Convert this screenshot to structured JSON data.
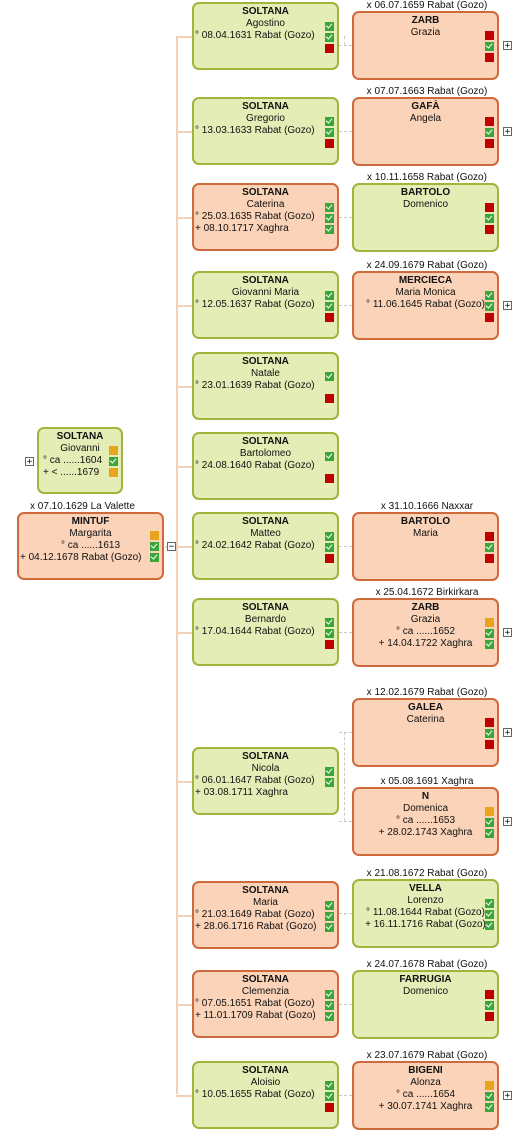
{
  "ancestor": {
    "father": {
      "surname": "SOLTANA",
      "given": "Giovanni",
      "lines": [
        "° ca ......1604",
        "+ < ......1679"
      ],
      "flags": [
        "yel",
        "ok",
        "yel"
      ]
    },
    "mother": {
      "surname": "MINTUF",
      "given": "Margarita",
      "lines": [
        "° ca ......1613",
        "+ 04.12.1678 Rabat (Gozo)"
      ],
      "flags": [
        "yel",
        "ok",
        "ok"
      ]
    },
    "marriage": "x 07.10.1629 La Valette"
  },
  "children": [
    {
      "surname": "SOLTANA",
      "given": "Agostino",
      "lines": [
        "° 08.04.1631 Rabat (Gozo)"
      ],
      "color": "green",
      "flags": [
        "ok",
        "ok",
        "red"
      ]
    },
    {
      "surname": "SOLTANA",
      "given": "Gregorio",
      "lines": [
        "° 13.03.1633 Rabat (Gozo)"
      ],
      "color": "green",
      "flags": [
        "ok",
        "ok",
        "red"
      ]
    },
    {
      "surname": "SOLTANA",
      "given": "Caterina",
      "lines": [
        "° 25.03.1635 Rabat (Gozo)",
        "+ 08.10.1717 Xaghra"
      ],
      "color": "orange",
      "flags": [
        "ok",
        "ok",
        "ok"
      ]
    },
    {
      "surname": "SOLTANA",
      "given": "Giovanni Maria",
      "lines": [
        "° 12.05.1637 Rabat (Gozo)"
      ],
      "color": "green",
      "flags": [
        "ok",
        "ok",
        "red"
      ]
    },
    {
      "surname": "SOLTANA",
      "given": "Natale",
      "lines": [
        "° 23.01.1639 Rabat (Gozo)"
      ],
      "color": "green",
      "flags": [
        "ok",
        "",
        "red"
      ]
    },
    {
      "surname": "SOLTANA",
      "given": "Bartolomeo",
      "lines": [
        "° 24.08.1640 Rabat (Gozo)"
      ],
      "color": "green",
      "flags": [
        "ok",
        "",
        "red"
      ]
    },
    {
      "surname": "SOLTANA",
      "given": "Matteo",
      "lines": [
        "° 24.02.1642 Rabat (Gozo)"
      ],
      "color": "green",
      "flags": [
        "ok",
        "ok",
        "red"
      ]
    },
    {
      "surname": "SOLTANA",
      "given": "Bernardo",
      "lines": [
        "° 17.04.1644 Rabat (Gozo)"
      ],
      "color": "green",
      "flags": [
        "ok",
        "ok",
        "red"
      ]
    },
    {
      "surname": "SOLTANA",
      "given": "Nicola",
      "lines": [
        "° 06.01.1647 Rabat (Gozo)",
        "+ 03.08.1711 Xaghra"
      ],
      "color": "green",
      "flags": [
        "ok",
        "ok"
      ]
    },
    {
      "surname": "SOLTANA",
      "given": "Maria",
      "lines": [
        "° 21.03.1649 Rabat (Gozo)",
        "+ 28.06.1716 Rabat (Gozo)"
      ],
      "color": "orange",
      "flags": [
        "ok",
        "ok",
        "ok"
      ]
    },
    {
      "surname": "SOLTANA",
      "given": "Clemenzia",
      "lines": [
        "° 07.05.1651 Rabat (Gozo)",
        "+ 11.01.1709 Rabat (Gozo)"
      ],
      "color": "orange",
      "flags": [
        "ok",
        "ok",
        "ok"
      ]
    },
    {
      "surname": "SOLTANA",
      "given": "Aloisio",
      "lines": [
        "° 10.05.1655 Rabat (Gozo)"
      ],
      "color": "green",
      "flags": [
        "ok",
        "ok",
        "red"
      ]
    }
  ],
  "spouses": [
    {
      "marriage": "x 06.07.1659 Rabat (Gozo)",
      "surname": "ZARB",
      "given": "Grazia",
      "lines": [],
      "color": "orange",
      "flags": [
        "red",
        "ok",
        "red"
      ],
      "expand": "+"
    },
    {
      "marriage": "x 07.07.1663 Rabat (Gozo)",
      "surname": "GAFÀ",
      "given": "Angela",
      "lines": [],
      "color": "orange",
      "flags": [
        "red",
        "ok",
        "red"
      ],
      "expand": "+"
    },
    {
      "marriage": "x 10.11.1658 Rabat (Gozo)",
      "surname": "BARTOLO",
      "given": "Domenico",
      "lines": [],
      "color": "green",
      "flags": [
        "red",
        "ok",
        "red"
      ],
      "expand": ""
    },
    {
      "marriage": "x 24.09.1679 Rabat (Gozo)",
      "surname": "MERCIECA",
      "given": "Maria Monica",
      "lines": [
        "° 11.06.1645 Rabat (Gozo)"
      ],
      "color": "orange",
      "flags": [
        "ok",
        "ok",
        "red"
      ],
      "expand": "+"
    },
    {
      "marriage": "x 31.10.1666 Naxxar",
      "surname": "BARTOLO",
      "given": "Maria",
      "lines": [],
      "color": "orange",
      "flags": [
        "red",
        "ok",
        "red"
      ],
      "expand": ""
    },
    {
      "marriage": "x 25.04.1672 Birkirkara",
      "surname": "ZARB",
      "given": "Grazia",
      "lines": [
        "° ca ......1652",
        "+ 14.04.1722 Xaghra"
      ],
      "color": "orange",
      "flags": [
        "yel",
        "ok",
        "ok"
      ],
      "expand": "+"
    },
    {
      "marriage": "x 12.02.1679 Rabat (Gozo)",
      "surname": "GALEA",
      "given": "Caterina",
      "lines": [],
      "color": "orange",
      "flags": [
        "red",
        "ok",
        "red"
      ],
      "expand": "+"
    },
    {
      "marriage": "x 05.08.1691 Xaghra",
      "surname": "N",
      "given": "Domenica",
      "lines": [
        "° ca ......1653",
        "+ 28.02.1743 Xaghra"
      ],
      "color": "orange",
      "flags": [
        "yel",
        "ok",
        "ok"
      ],
      "expand": "+"
    },
    {
      "marriage": "x 21.08.1672 Rabat (Gozo)",
      "surname": "VELLA",
      "given": "Lorenzo",
      "lines": [
        "° 11.08.1644 Rabat (Gozo)",
        "+ 16.11.1716 Rabat (Gozo)"
      ],
      "color": "green",
      "flags": [
        "ok",
        "ok",
        "ok"
      ],
      "expand": ""
    },
    {
      "marriage": "x 24.07.1678 Rabat (Gozo)",
      "surname": "FARRUGIA",
      "given": "Domenico",
      "lines": [],
      "color": "green",
      "flags": [
        "red",
        "ok",
        "red"
      ],
      "expand": ""
    },
    {
      "marriage": "x 23.07.1679 Rabat (Gozo)",
      "surname": "BIGENI",
      "given": "Alonza",
      "lines": [
        "° ca ......1654",
        "+ 30.07.1741 Xaghra"
      ],
      "color": "orange",
      "flags": [
        "yel",
        "ok",
        "ok"
      ],
      "expand": "+"
    }
  ],
  "controls": {
    "expand_plus": "+",
    "collapse_minus": "−"
  }
}
